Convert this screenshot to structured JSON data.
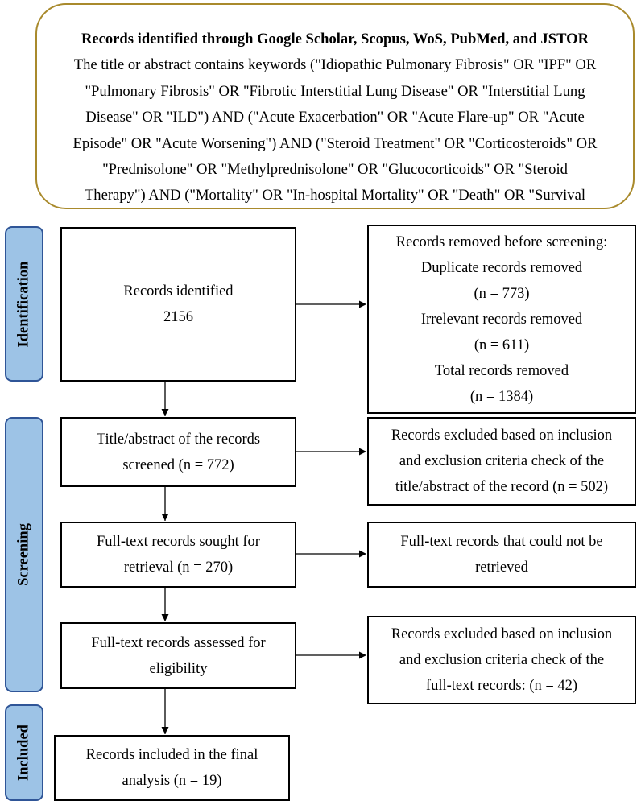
{
  "search": {
    "title": "Records identified through Google Scholar, Scopus, WoS, PubMed, and JSTOR",
    "lines": [
      "The title or abstract contains keywords (\"Idiopathic Pulmonary Fibrosis\" OR \"IPF\" OR",
      "\"Pulmonary Fibrosis\" OR \"Fibrotic Interstitial Lung Disease\" OR \"Interstitial Lung",
      "Disease\" OR \"ILD\") AND (\"Acute Exacerbation\" OR \"Acute Flare-up\" OR \"Acute",
      "Episode\" OR \"Acute Worsening\") AND (\"Steroid Treatment\" OR \"Corticosteroids\" OR",
      "\"Prednisolone\" OR \"Methylprednisolone\" OR \"Glucocorticoids\" OR \"Steroid",
      "Therapy\") AND (\"Mortality\" OR \"In-hospital Mortality\" OR \"Death\" OR \"Survival"
    ]
  },
  "phases": {
    "identification": "Identification",
    "screening": "Screening",
    "included": "Included"
  },
  "boxes": {
    "identified": [
      "Records identified",
      "2156"
    ],
    "removed": [
      "Records removed before screening:",
      "Duplicate records removed",
      "(n = 773)",
      "Irrelevant records removed",
      "(n = 611)",
      "Total records removed",
      "(n = 1384)"
    ],
    "screened": [
      "Title/abstract of the records",
      "screened (n = 772)"
    ],
    "excluded_title": [
      "Records excluded based on inclusion",
      "and exclusion criteria check of the",
      "title/abstract of the record (n = 502)"
    ],
    "sought": [
      "Full-text records sought for",
      "retrieval (n = 270)"
    ],
    "not_retrieved": [
      "Full-text records that could not be",
      "retrieved"
    ],
    "assessed": [
      "Full-text records assessed for",
      "eligibility"
    ],
    "excluded_full": [
      "Records excluded based on inclusion",
      "and exclusion criteria check of the",
      "full-text records: (n = 42)"
    ],
    "included": [
      "Records included in the final",
      "analysis (n = 19)"
    ]
  },
  "colors": {
    "search_border": "#a98a2c",
    "phase_fill": "#9dc3e6",
    "phase_border": "#2f5597"
  }
}
